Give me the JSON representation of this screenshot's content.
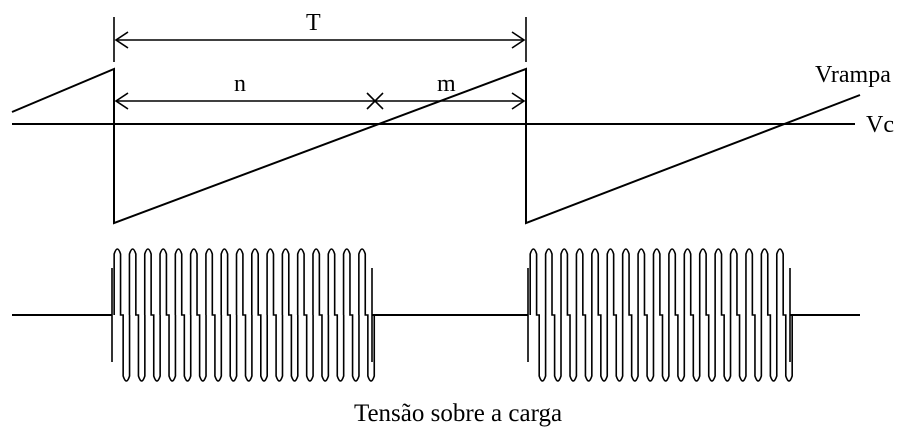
{
  "labels": {
    "period": "T",
    "n": "n",
    "m": "m",
    "ramp": "Vrampa",
    "control": "Vc"
  },
  "caption": "Tensão sobre a carga",
  "pulses_per_burst": 17
}
